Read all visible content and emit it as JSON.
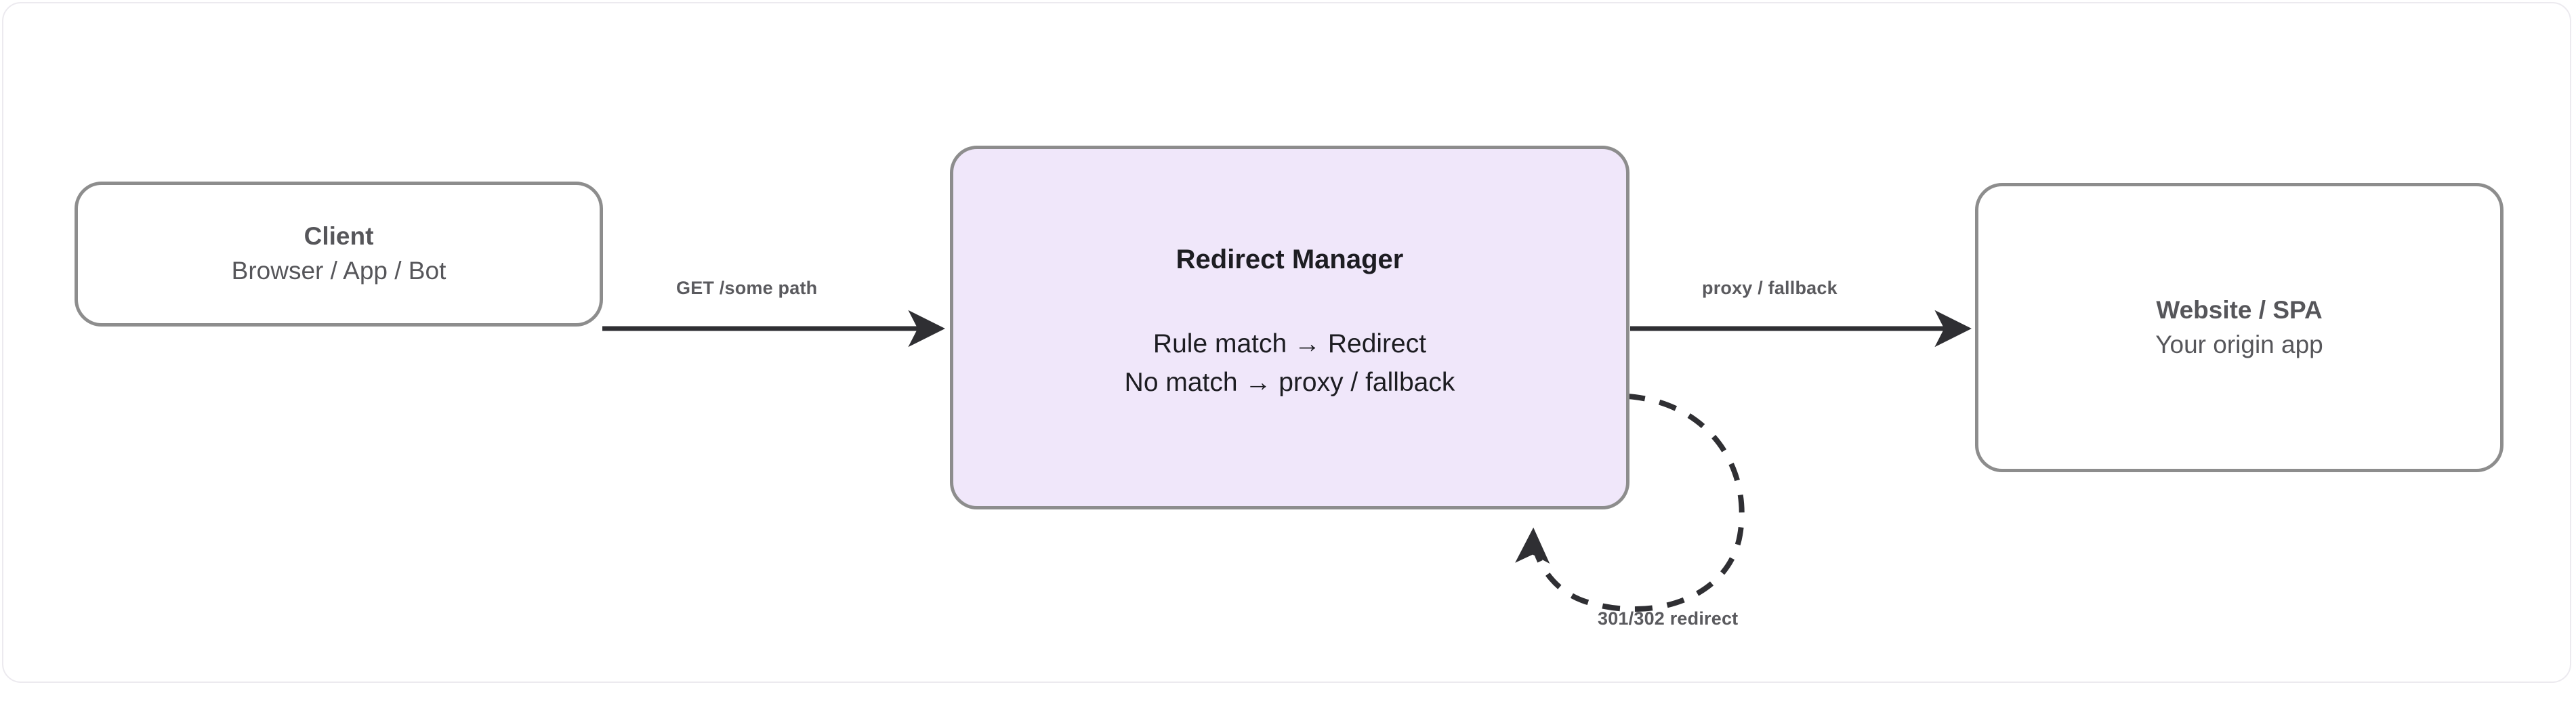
{
  "diagram": {
    "type": "flow-diagram",
    "background": "#ffffff",
    "accent_color": "#f0e7fa",
    "node_border_color": "#8d8d8d",
    "edge_color": "#2f2f33",
    "label_color": "#5a5a5e",
    "nodes": [
      {
        "id": "client",
        "title": "Client",
        "subtitle": "Browser / App / Bot",
        "fill": "#ffffff"
      },
      {
        "id": "redirect-manager",
        "title": "Redirect Manager",
        "line1": "Rule match → Redirect",
        "line2": "No match → proxy / fallback",
        "fill": "#f0e7fa"
      },
      {
        "id": "website",
        "title": "Website / SPA",
        "subtitle": "Your origin app",
        "fill": "#ffffff"
      }
    ],
    "edges": [
      {
        "id": "client-to-redirect",
        "label": "GET /some path",
        "from": "client",
        "to": "redirect-manager",
        "style": "solid",
        "arrow": "end"
      },
      {
        "id": "redirect-to-website",
        "label": "proxy / fallback",
        "from": "redirect-manager",
        "to": "website",
        "style": "solid",
        "arrow": "end"
      },
      {
        "id": "redirect-self-loop",
        "label": "301/302 redirect",
        "from": "redirect-manager",
        "to": "redirect-manager",
        "style": "dashed",
        "arrow": "end"
      }
    ]
  }
}
